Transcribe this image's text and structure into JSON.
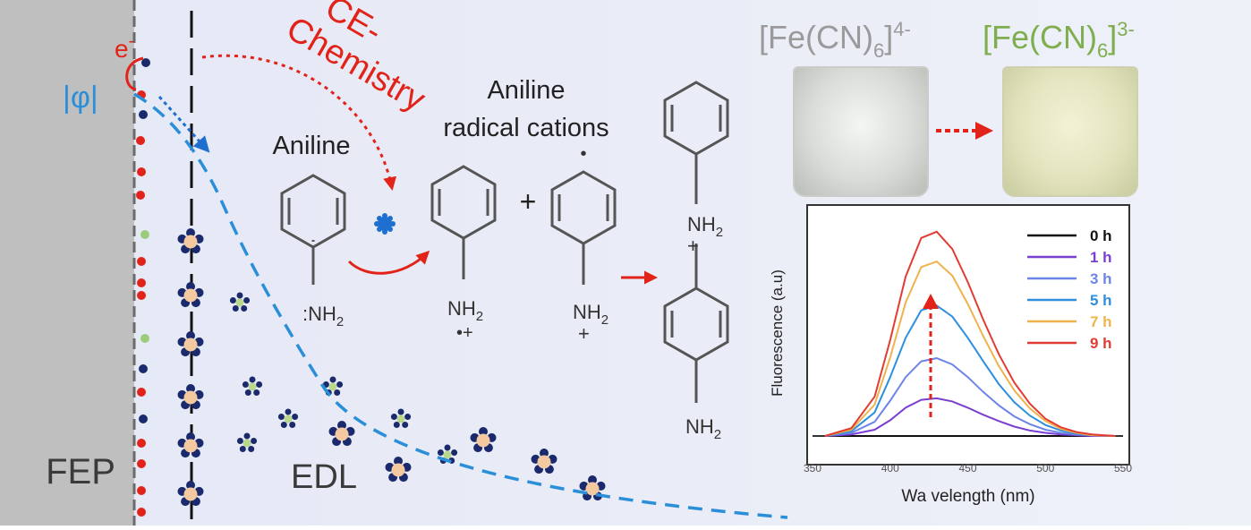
{
  "labels": {
    "electrode": "FEP",
    "electron": "e",
    "electron_sign": "-",
    "potential": "|φ|",
    "ce_line1": "CE-",
    "ce_line2": "Chemistry",
    "edl": "EDL",
    "aniline": "Aniline",
    "radical_line1": "Aniline",
    "radical_line2": "radical cations",
    "nh2_a": "NH",
    "sub2": "2",
    "colon": ":",
    "plus": "+",
    "dot_plus": "•+",
    "radical_dot": "•"
  },
  "ferrocyanide": {
    "left": {
      "pre": "[Fe(CN)",
      "sub": "6",
      "post": "]",
      "sup": "4-"
    },
    "right": {
      "pre": "[Fe(CN)",
      "sub": "6",
      "post": "]",
      "sup": "3-"
    }
  },
  "colors": {
    "electrode": "#bdbdbd",
    "background": "#e9ecf7",
    "red": "#e2231a",
    "blue": "#2a8fd8",
    "left_complex": "#9a9a9a",
    "right_complex": "#7fae4f"
  },
  "chart_data": {
    "type": "line",
    "xlabel": "Wa velength (nm)",
    "ylabel": "Fluorescence (a.u)",
    "xlim": [
      350,
      550
    ],
    "xticks": [
      350,
      400,
      450,
      500,
      550
    ],
    "x": [
      375,
      390,
      400,
      410,
      420,
      430,
      440,
      450,
      460,
      470,
      480,
      490,
      500,
      510,
      520,
      530
    ],
    "series": [
      {
        "name": "0 h",
        "color": "#111111",
        "values": [
          0,
          0,
          0,
          0,
          0,
          0,
          0,
          0,
          0,
          0,
          0,
          0,
          0,
          0,
          0,
          0
        ]
      },
      {
        "name": "1 h",
        "color": "#7a3fd0",
        "values": [
          2,
          8,
          20,
          36,
          46,
          48,
          44,
          36,
          27,
          19,
          12,
          7,
          4,
          2,
          1,
          0
        ]
      },
      {
        "name": "3 h",
        "color": "#6d84e8",
        "values": [
          4,
          18,
          45,
          75,
          95,
          99,
          91,
          75,
          56,
          39,
          25,
          15,
          8,
          4,
          2,
          1
        ]
      },
      {
        "name": "5 h",
        "color": "#2d8fde",
        "values": [
          6,
          30,
          75,
          125,
          160,
          166,
          152,
          125,
          95,
          66,
          43,
          26,
          14,
          7,
          3,
          1
        ]
      },
      {
        "name": "7 h",
        "color": "#f0b24c",
        "values": [
          8,
          40,
          100,
          170,
          215,
          222,
          204,
          168,
          127,
          89,
          58,
          35,
          19,
          9,
          4,
          1
        ]
      },
      {
        "name": "9 h",
        "color": "#e23c32",
        "values": [
          10,
          50,
          122,
          203,
          252,
          260,
          238,
          196,
          148,
          104,
          68,
          41,
          22,
          11,
          5,
          2
        ]
      }
    ]
  }
}
